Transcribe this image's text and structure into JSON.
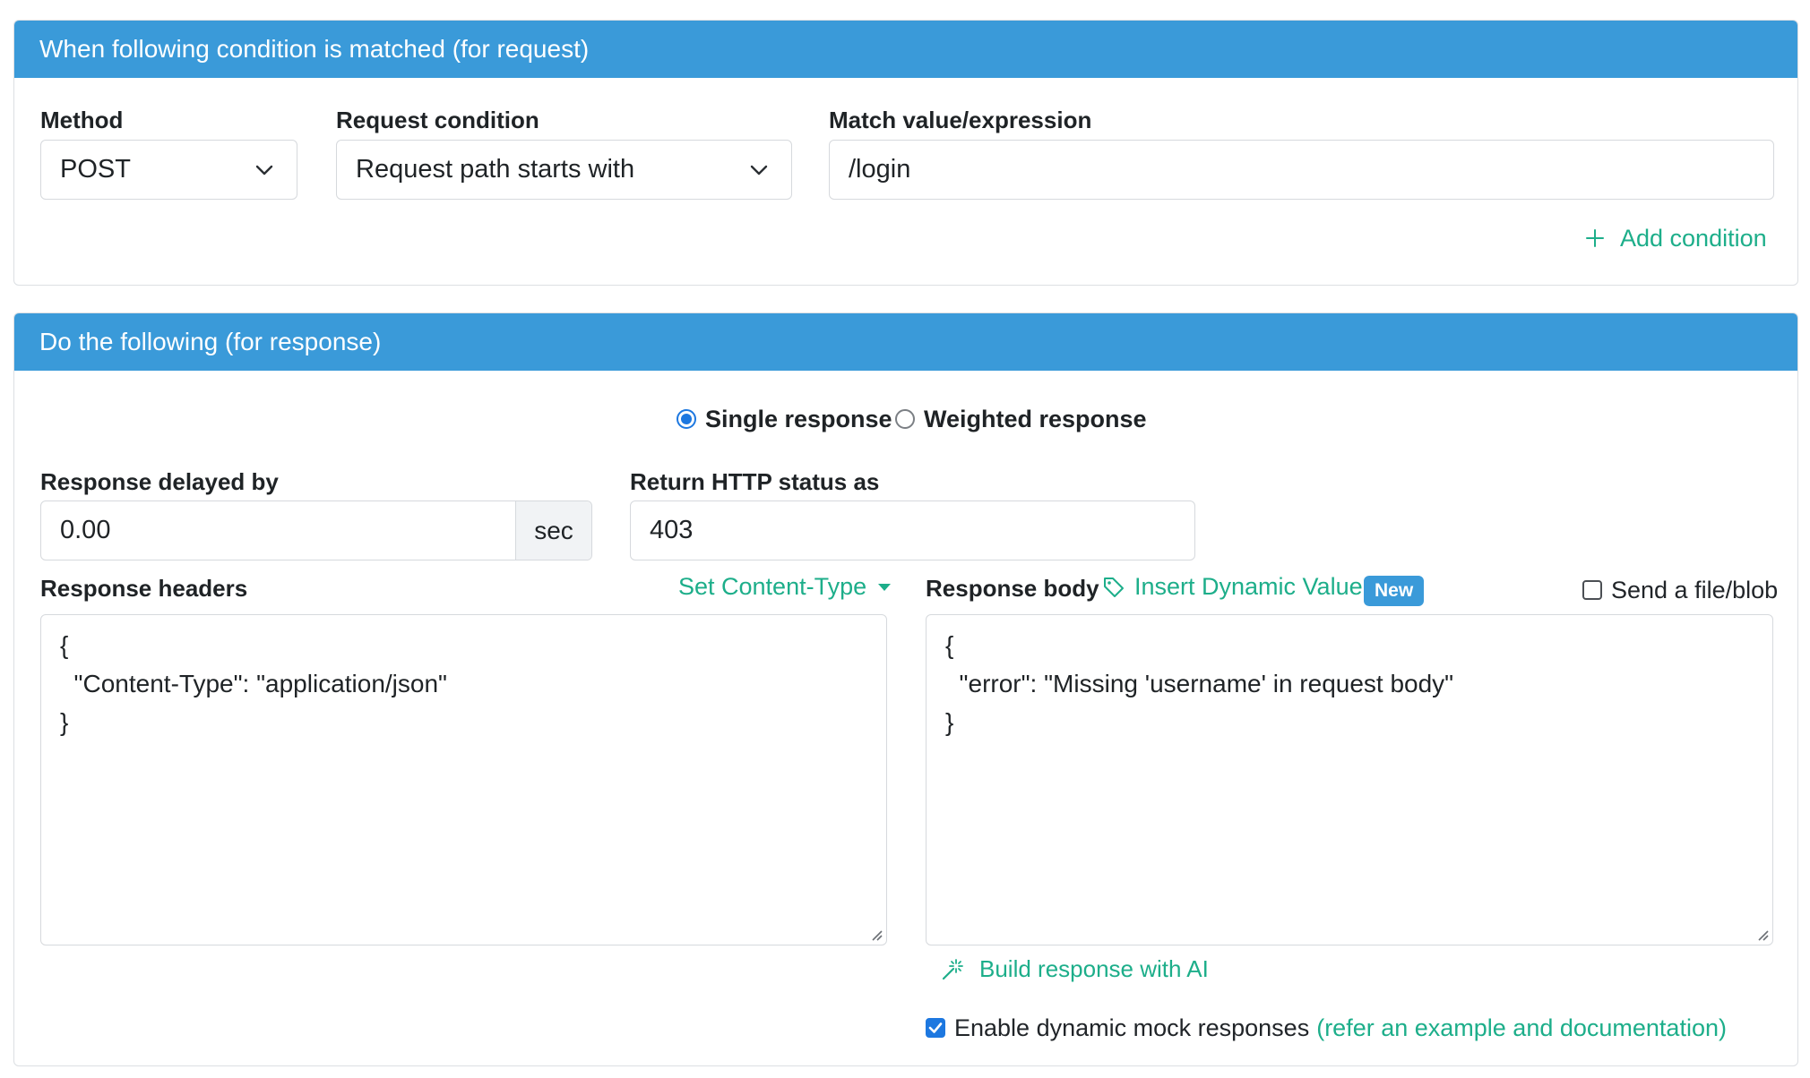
{
  "request_panel": {
    "title": "When following condition is matched (for request)",
    "method": {
      "label": "Method",
      "value": "POST"
    },
    "condition": {
      "label": "Request condition",
      "value": "Request path starts with"
    },
    "match": {
      "label": "Match value/expression",
      "value": "/login"
    },
    "add_condition": "Add condition"
  },
  "response_panel": {
    "title": "Do the following (for response)",
    "mode_single": "Single response",
    "mode_weighted": "Weighted response",
    "delay": {
      "label": "Response delayed by",
      "value": "0.00",
      "unit": "sec"
    },
    "status": {
      "label": "Return HTTP status as",
      "value": "403"
    },
    "headers": {
      "label": "Response headers",
      "set_content_type": "Set Content-Type",
      "lines": [
        "{",
        "  \"Content-Type\": \"application/json\"",
        "}"
      ]
    },
    "body": {
      "label": "Response body",
      "insert_dynamic": "Insert Dynamic Value",
      "new_badge": "New",
      "send_file": "Send a file/blob",
      "lines": [
        "{",
        "  \"error\": \"Missing 'username' in request body\"",
        "}"
      ]
    },
    "build_ai": "Build response with AI",
    "enable_dynamic": "Enable dynamic mock responses",
    "docs_link": "(refer an example and documentation)"
  },
  "colors": {
    "header_bg": "#3a9ad9",
    "accent_green": "#1dae8a",
    "checkbox_blue": "#1d78e0"
  }
}
